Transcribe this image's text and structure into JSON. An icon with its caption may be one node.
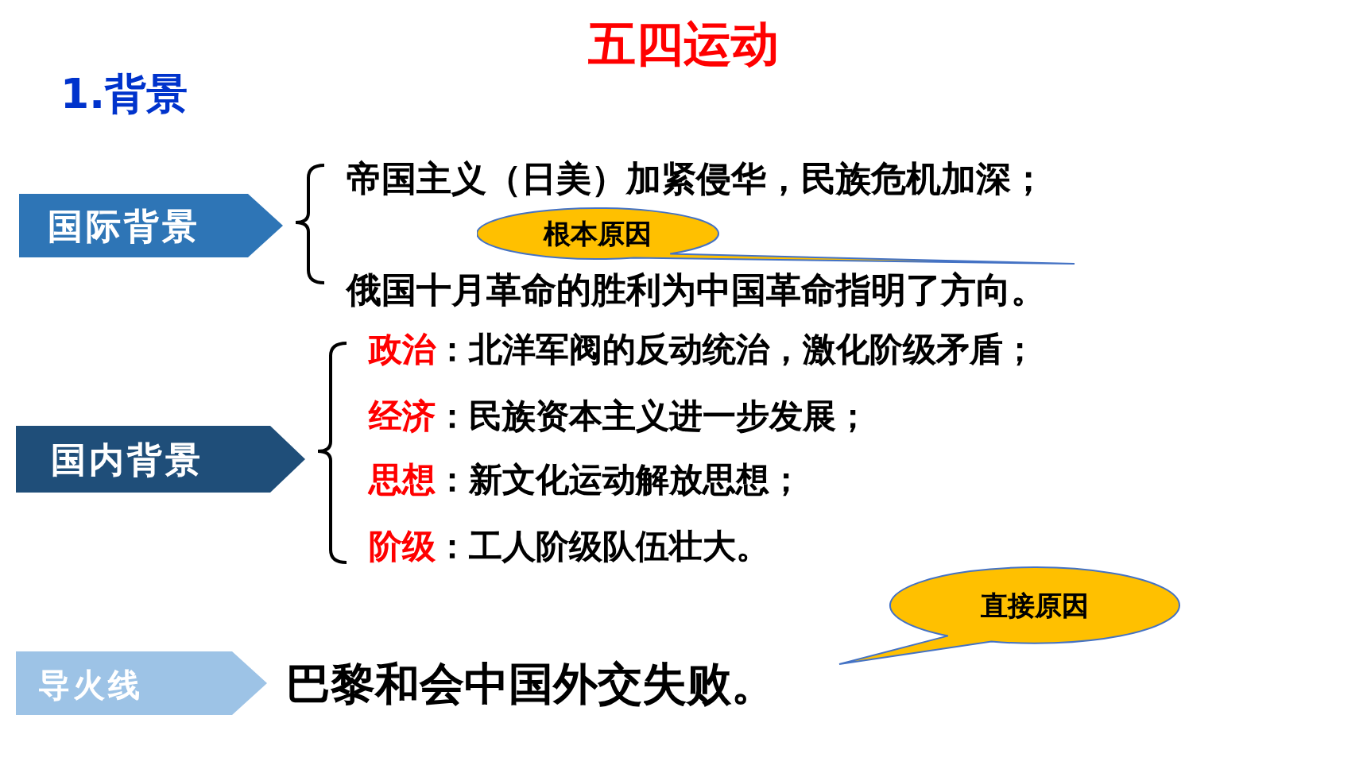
{
  "diagram": {
    "title": "五四运动",
    "nodes": [
      {
        "text": [
          "国际背景"
        ]
      },
      {
        "text": [
          "国内背景"
        ]
      },
      {
        "text": [
          "导火线"
        ]
      },
      {
        "text": [
          "根本原因"
        ]
      },
      {
        "text": [
          "直接原因"
        ]
      }
    ],
    "labels": [
      "1.背景",
      "帝国主义（日美）加紧侵华，民族危机加深；",
      "俄国十月革命的胜利为中国革命指明了方向。",
      "政治",
      "：北洋军阀的反动统治，激化阶级矛盾；",
      "经济",
      "：民族资本主义进一步发展；",
      "思想",
      "：新文化运动解放思想；",
      "阶级",
      "：工人阶级队伍壮大。",
      "巴黎和会中国外交失败。"
    ]
  }
}
